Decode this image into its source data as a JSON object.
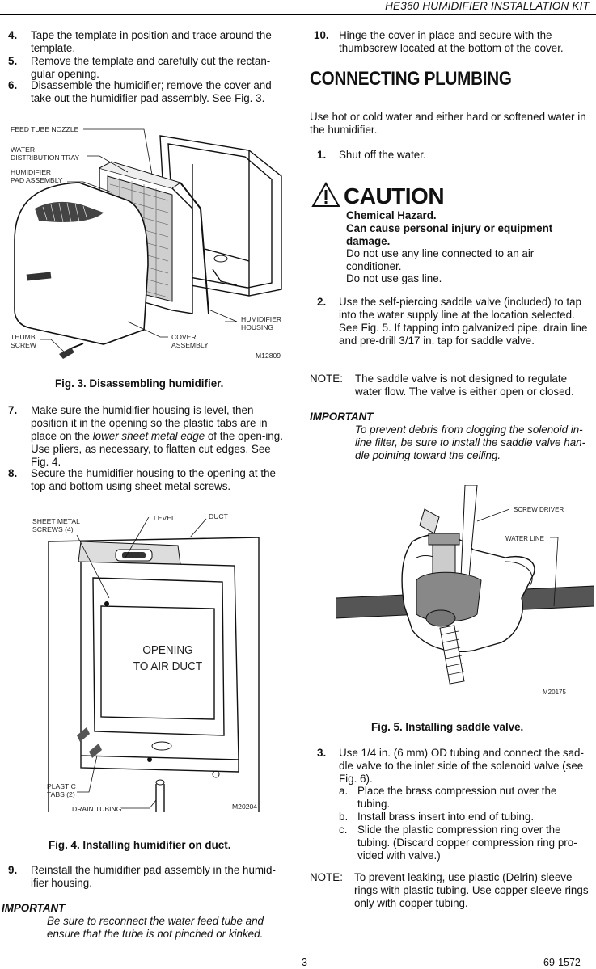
{
  "header": {
    "title": "HE360 HUMIDIFIER INSTALLATION KIT"
  },
  "left": {
    "steps_top": [
      {
        "num": "4.",
        "text": "Tape the template in position and trace around the template."
      },
      {
        "num": "5.",
        "text": "Remove the template and carefully cut the rectan-gular opening."
      },
      {
        "num": "6.",
        "text": "Disassemble the humidifier; remove the cover and take out the humidifier pad assembly. See Fig. 3."
      }
    ],
    "fig3": {
      "labels": {
        "feed_tube": "FEED TUBE NOZZLE",
        "water_tray": "WATER\nDISTRIBUTION TRAY",
        "pad_assembly": "HUMIDIFIER\nPAD ASSEMBLY",
        "housing": "HUMIDIFIER\nHOUSING",
        "thumb_screw": "THUMB\nSCREW",
        "cover": "COVER\nASSEMBLY",
        "code": "M12809"
      },
      "caption": "Fig. 3. Disassembling humidifier."
    },
    "step7": {
      "num": "7.",
      "text_a": "Make sure the humidifier housing is level, then position it in the opening so the plastic tabs are in place on the ",
      "text_em": "lower sheet metal edge",
      "text_b": " of the open-ing. Use pliers, as necessary, to flatten cut edges. See Fig. 4."
    },
    "step8": {
      "num": "8.",
      "text": "Secure the humidifier housing to the opening at the top and bottom using sheet metal screws."
    },
    "fig4": {
      "labels": {
        "screws": "SHEET METAL\nSCREWS (4)",
        "level": "LEVEL",
        "duct": "DUCT",
        "opening": "OPENING\nTO AIR DUCT",
        "tabs": "PLASTIC\nTABS (2)",
        "drain": "DRAIN TUBING",
        "code": "M20204"
      },
      "caption": "Fig. 4. Installing humidifier on duct."
    },
    "step9": {
      "num": "9.",
      "text": "Reinstall the humidifier pad assembly in the humid-ifier housing."
    },
    "important": {
      "title": "IMPORTANT",
      "body": "Be sure to reconnect the water feed tube and ensure that the tube is not pinched or kinked."
    }
  },
  "right": {
    "step10": {
      "num": "10.",
      "text": "Hinge the cover in place and secure with the thumbscrew located at the bottom of the cover."
    },
    "heading": "CONNECTING PLUMBING",
    "intro": "Use hot or cold water and either hard or softened water in the humidifier.",
    "step1": {
      "num": "1.",
      "text": "Shut off the water."
    },
    "caution": {
      "title": "CAUTION",
      "line1": "Chemical Hazard.",
      "line2": "Can cause personal injury or equipment damage.",
      "line3": "Do not use any line connected to an air conditioner.",
      "line4": "Do not use gas line."
    },
    "step2": {
      "num": "2.",
      "text": "Use the self-piercing saddle valve (included) to tap into the water supply line at the location selected. See Fig. 5. If tapping into galvanized pipe, drain line and pre-drill 3/17 in. tap for saddle valve."
    },
    "note1": {
      "label": "NOTE:",
      "text": "The saddle valve is not designed to regulate water flow. The valve is either open or closed."
    },
    "important": {
      "title": "IMPORTANT",
      "body": "To prevent debris from clogging the solenoid in-line filter, be sure to install the saddle valve han-dle pointing toward the ceiling."
    },
    "fig5": {
      "labels": {
        "screwdriver": "SCREW DRIVER",
        "water_line": "WATER LINE",
        "code": "M20175"
      },
      "caption": "Fig. 5. Installing saddle valve."
    },
    "step3": {
      "num": "3.",
      "text": "Use 1/4 in. (6 mm) OD tubing and connect the sad-dle valve to the inlet side of the solenoid valve (see Fig. 6)."
    },
    "substeps": [
      {
        "letter": "a.",
        "text": "Place the brass compression nut over the tubing."
      },
      {
        "letter": "b.",
        "text": "Install brass insert into end of tubing."
      },
      {
        "letter": "c.",
        "text": "Slide the plastic compression ring over the tubing. (Discard copper compression ring pro-vided with valve.)"
      }
    ],
    "note2": {
      "label": "NOTE:",
      "text": "To prevent leaking, use plastic (Delrin) sleeve rings with plastic tubing. Use copper sleeve rings only with copper tubing."
    }
  },
  "footer": {
    "page": "3",
    "doc": "69-1572"
  }
}
